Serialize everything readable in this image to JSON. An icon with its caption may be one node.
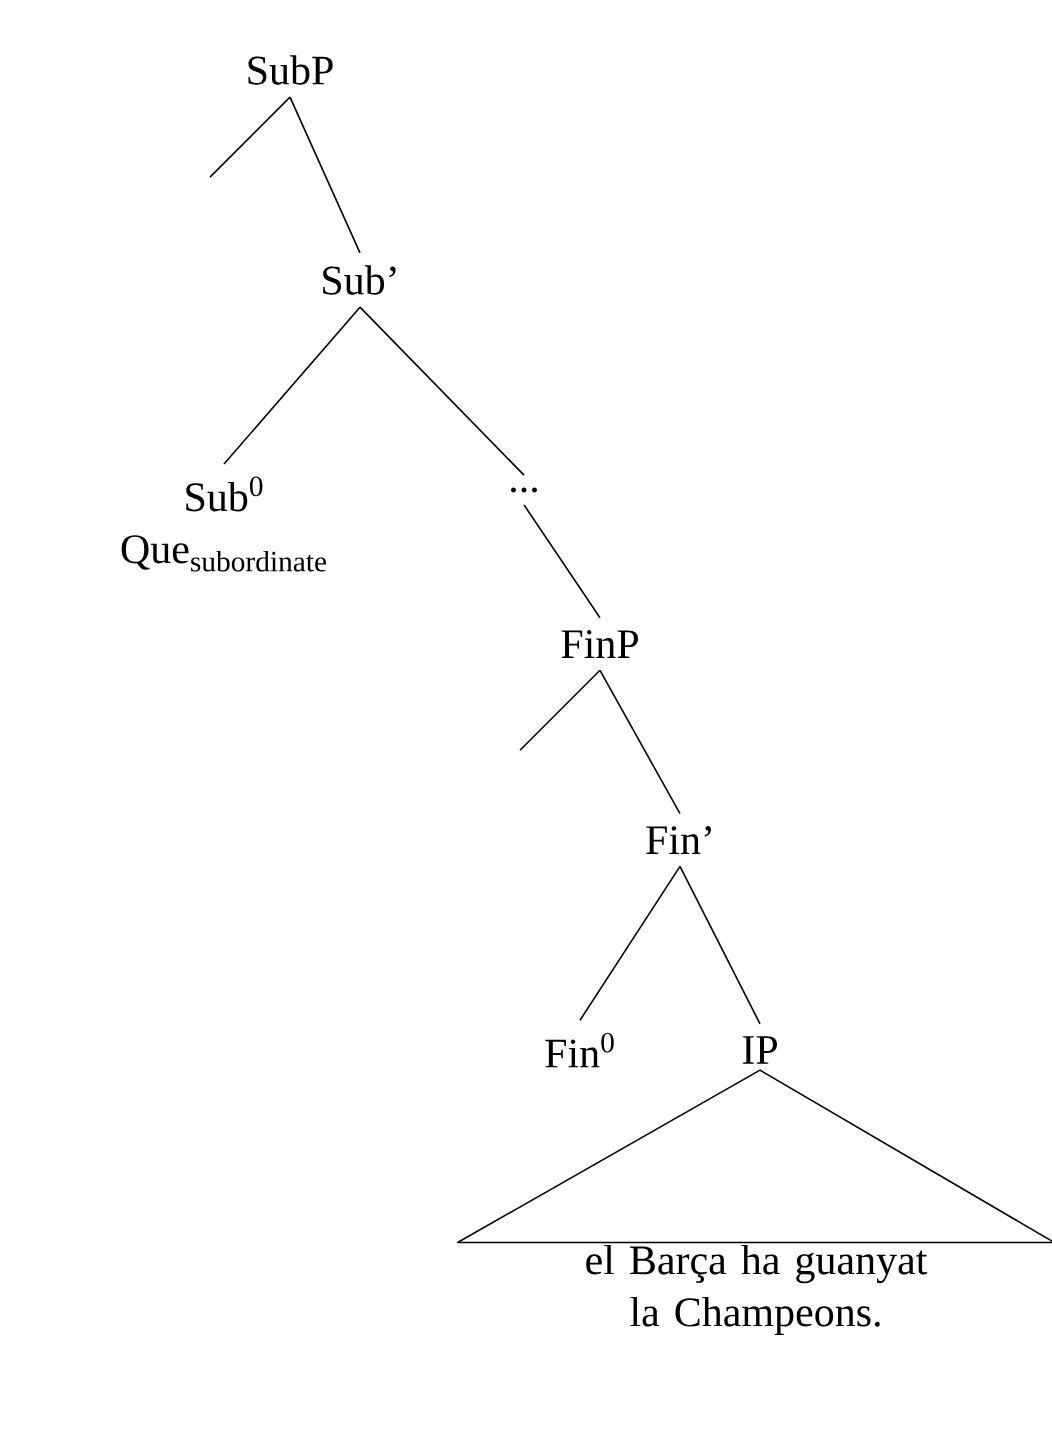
{
  "diagram": {
    "nodes": [
      {
        "text": [
          "SubP"
        ]
      },
      {
        "text": [
          "Sub’"
        ]
      },
      {
        "text": [
          "Sub$^{0}$",
          "\\text{Que}_{\\text{subordinate}}"
        ]
      },
      {
        "text": [
          "..."
        ]
      },
      {
        "text": [
          "FinP"
        ]
      },
      {
        "text": [
          "Fin’"
        ]
      },
      {
        "text": [
          "Fin$^{0}$"
        ]
      },
      {
        "text": [
          "IP"
        ]
      },
      {
        "text": [
          "el Barça ha guanyat la Champeons."
        ]
      }
    ],
    "edges": [
      {
        "from": 0,
        "to": null,
        "arrow": "none"
      },
      {
        "from": 0,
        "to": 1,
        "arrow": "none"
      },
      {
        "from": 1,
        "to": 2,
        "arrow": "none"
      },
      {
        "from": 1,
        "to": 3,
        "arrow": "none"
      },
      {
        "from": 3,
        "to": 4,
        "arrow": "none"
      },
      {
        "from": 4,
        "to": null,
        "arrow": "none"
      },
      {
        "from": 4,
        "to": 5,
        "arrow": "none"
      },
      {
        "from": 5,
        "to": 6,
        "arrow": "none"
      },
      {
        "from": 5,
        "to": 7,
        "arrow": "none"
      },
      {
        "from": 7,
        "to": 8,
        "arrow": "none"
      }
    ]
  }
}
